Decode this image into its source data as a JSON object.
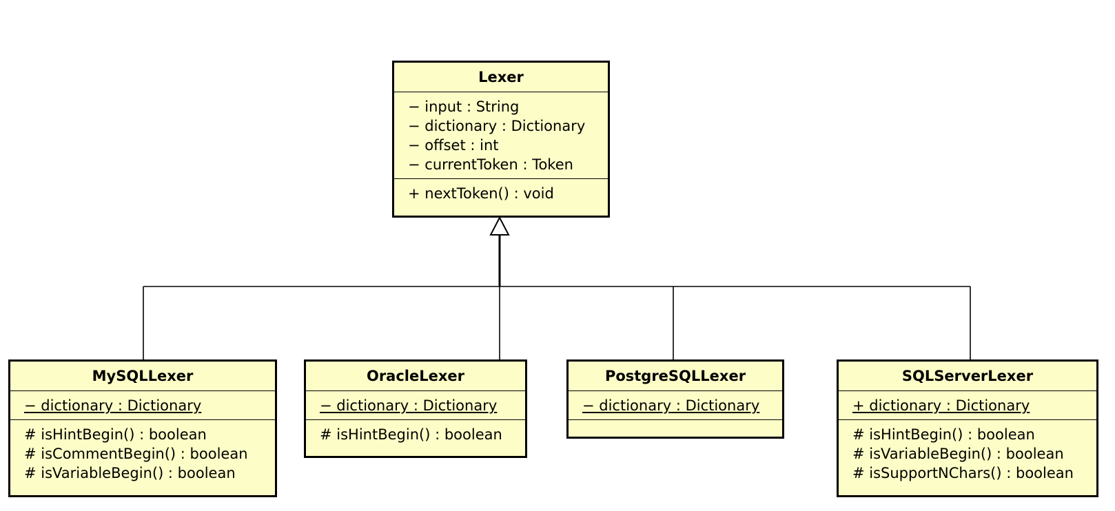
{
  "diagram": {
    "classes": {
      "lexer": {
        "name": "Lexer",
        "attributes": [
          "− input : String",
          "− dictionary : Dictionary",
          "− offset : int",
          "− currentToken : Token"
        ],
        "operations": [
          "+ nextToken() : void"
        ]
      },
      "mysql": {
        "name": "MySQLLexer",
        "attributes": [
          "− dictionary : Dictionary"
        ],
        "operations": [
          "# isHintBegin() : boolean",
          "# isCommentBegin() : boolean",
          "# isVariableBegin() : boolean"
        ]
      },
      "oracle": {
        "name": "OracleLexer",
        "attributes": [
          "− dictionary : Dictionary"
        ],
        "operations": [
          "# isHintBegin() : boolean"
        ]
      },
      "postgresql": {
        "name": "PostgreSQLLexer",
        "attributes": [
          "− dictionary : Dictionary"
        ],
        "operations": []
      },
      "sqlserver": {
        "name": "SQLServerLexer",
        "attributes": [
          "+ dictionary : Dictionary"
        ],
        "operations": [
          "# isHintBegin() : boolean",
          "# isVariableBegin() : boolean",
          "# isSupportNChars() : boolean"
        ]
      }
    },
    "relationships": [
      {
        "type": "generalization",
        "from": "MySQLLexer",
        "to": "Lexer"
      },
      {
        "type": "generalization",
        "from": "OracleLexer",
        "to": "Lexer"
      },
      {
        "type": "generalization",
        "from": "PostgreSQLLexer",
        "to": "Lexer"
      },
      {
        "type": "generalization",
        "from": "SQLServerLexer",
        "to": "Lexer"
      }
    ],
    "colors": {
      "class_fill": "#fdfdc7",
      "stroke": "#000000"
    }
  }
}
